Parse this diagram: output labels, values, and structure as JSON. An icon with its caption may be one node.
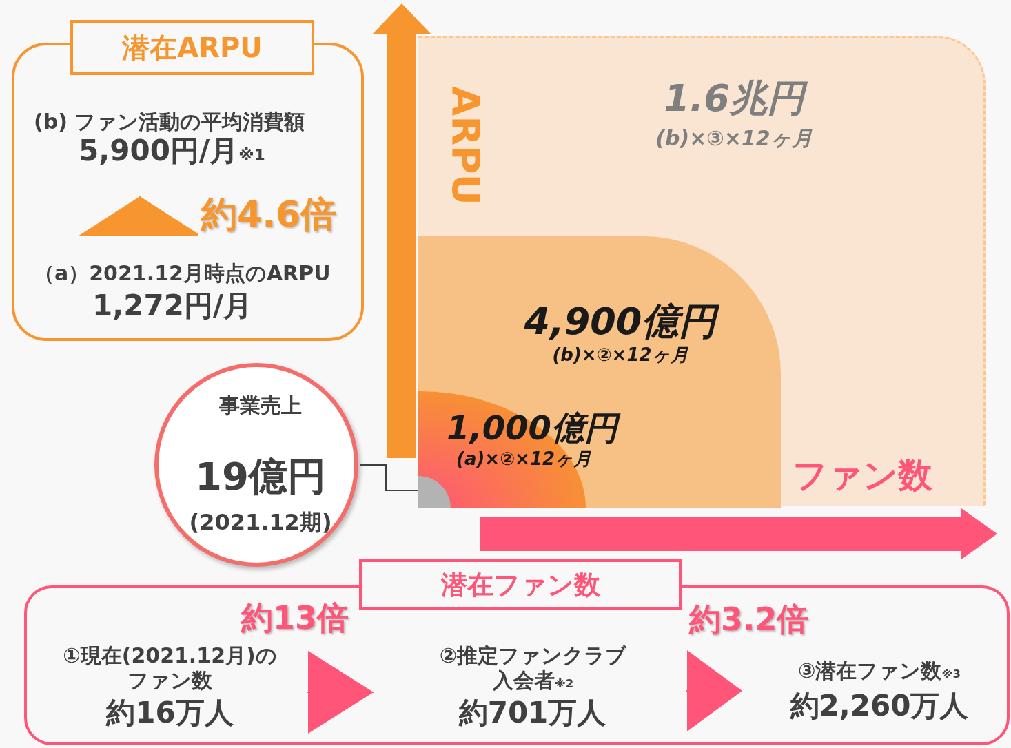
{
  "diagram": {
    "nodes": [
      {
        "text": [
          "潜在ARPU"
        ]
      },
      {
        "text": [
          "(b) ファン活動の平均消費額",
          "5,900円/月$_{※1}$"
        ],
        "in": 0
      },
      {
        "text": [
          "（a）2021.12月時点のARPU",
          "1,272円/月"
        ],
        "in": 0
      },
      {
        "text": [
          "1.6兆円",
          "(b)×③×12ヶ月"
        ]
      },
      {
        "text": [
          "4,900億円",
          "(b)×②×12ヶ月"
        ],
        "in": 3
      },
      {
        "text": [
          "1,000億円",
          "(a)×②×12ヶ月"
        ],
        "in": 4
      },
      {
        "text": [],
        "shape": "circle",
        "in": 5
      },
      {
        "text": [
          "事業売上",
          "19億円",
          "(2021.12期)"
        ]
      },
      {
        "text": [
          "潜在ファン数"
        ]
      },
      {
        "text": [
          "①現在(2021.12月)のファン数",
          "約16万人"
        ],
        "in": 8
      },
      {
        "text": [
          "②推定ファンクラブ入会者$_{※2}$",
          "約701万人"
        ],
        "in": 8
      },
      {
        "text": [
          "③潜在ファン数$_{※3}$",
          "約2,260万人"
        ],
        "in": 8
      }
    ],
    "edges": [
      {
        "from": 2,
        "to": 1,
        "arrow": "to",
        "label": "約4.6倍",
        "color": "#f7962e"
      },
      {
        "from": 7,
        "to": 6,
        "arrow": "none",
        "color": "#404040"
      },
      {
        "from": 9,
        "to": 10,
        "arrow": "to",
        "label": "約13倍"
      },
      {
        "from": 10,
        "to": 11,
        "arrow": "to",
        "label": "約3.2倍"
      }
    ],
    "labels": [
      "ARPU",
      "ファン数"
    ]
  }
}
